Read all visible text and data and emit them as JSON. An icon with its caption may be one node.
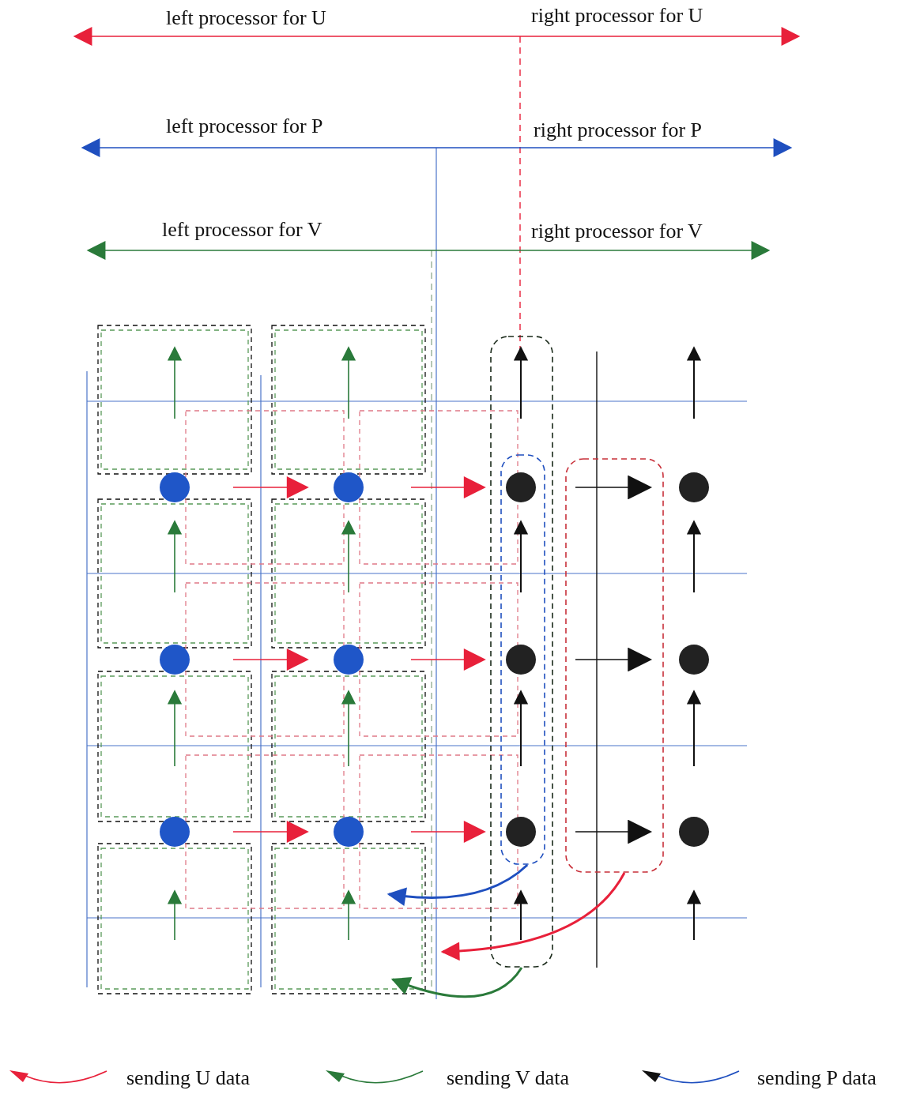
{
  "diagram": {
    "nodes": [
      {
        "text": [],
        "shape": "box"
      },
      {
        "text": [],
        "shape": "box",
        "in": 0
      },
      {
        "text": [],
        "shape": "box"
      }
    ],
    "edges": [
      {
        "from": 1,
        "to": null,
        "arrow": "to",
        "color": "#1f4fbf"
      },
      {
        "from": 2,
        "to": null,
        "arrow": "to",
        "color": "#e8203a"
      },
      {
        "from": 0,
        "to": null,
        "arrow": "to",
        "color": "#2a7a3a"
      }
    ],
    "labels": [
      "left processor for U",
      "right processor for U",
      "left processor for P",
      "right processor for P",
      "left processor for V",
      "right processor for V"
    ],
    "legend": [
      {
        "text": "sending U data"
      },
      {
        "text": "sending V data"
      },
      {
        "text": "sending P data"
      }
    ]
  }
}
